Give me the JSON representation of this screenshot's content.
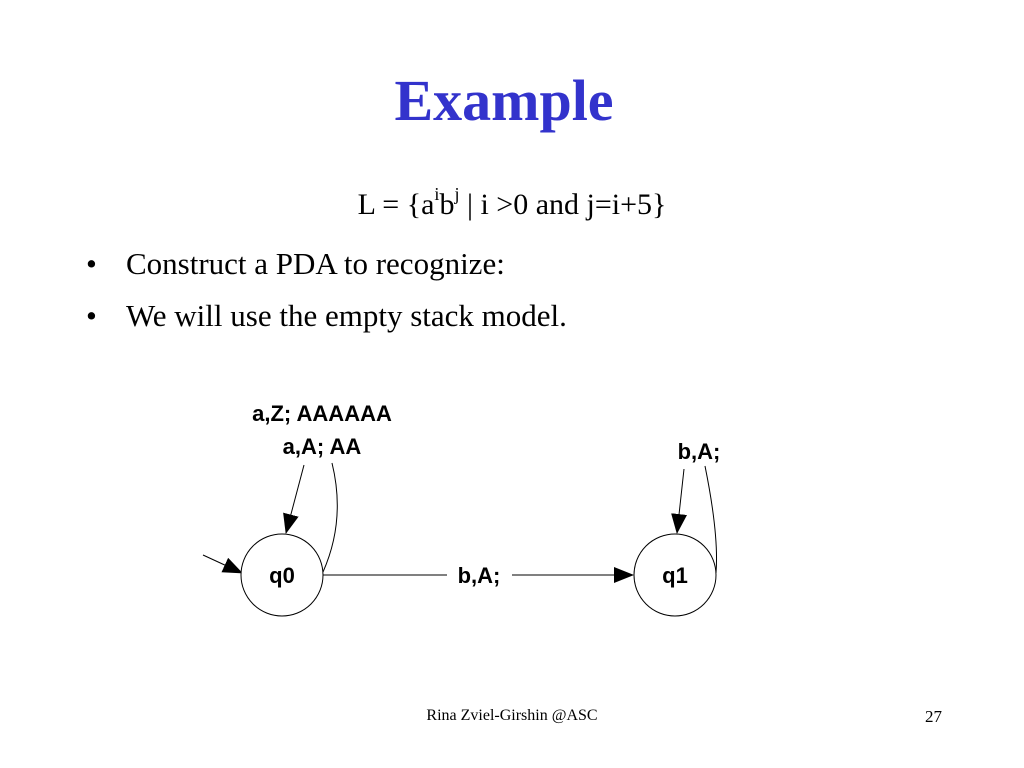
{
  "slide": {
    "title": "Example",
    "formula": {
      "prefix": "L = {a",
      "sup_a": "i",
      "middle": "b",
      "sup_b": "j",
      "suffix": " | i >0 and j=i+5}"
    },
    "bullets": [
      "Construct a PDA to recognize:",
      "We will use the empty stack model."
    ],
    "bullet_symbol": "•"
  },
  "diagram": {
    "states": [
      {
        "id": "q0",
        "label": "q0",
        "start": true
      },
      {
        "id": "q1",
        "label": "q1",
        "start": false
      }
    ],
    "transitions": [
      {
        "from": "q0",
        "to": "q0",
        "labels": [
          "a,Z; AAAAAA",
          "a,A; AA"
        ]
      },
      {
        "from": "q0",
        "to": "q1",
        "labels": [
          "b,A;"
        ]
      },
      {
        "from": "q1",
        "to": "q1",
        "labels": [
          "b,A;"
        ]
      }
    ]
  },
  "footer": {
    "author": "Rina Zviel-Girshin  @ASC",
    "page_number": "27"
  },
  "colors": {
    "title": "#3333cc",
    "text": "#000000",
    "background": "#ffffff"
  }
}
